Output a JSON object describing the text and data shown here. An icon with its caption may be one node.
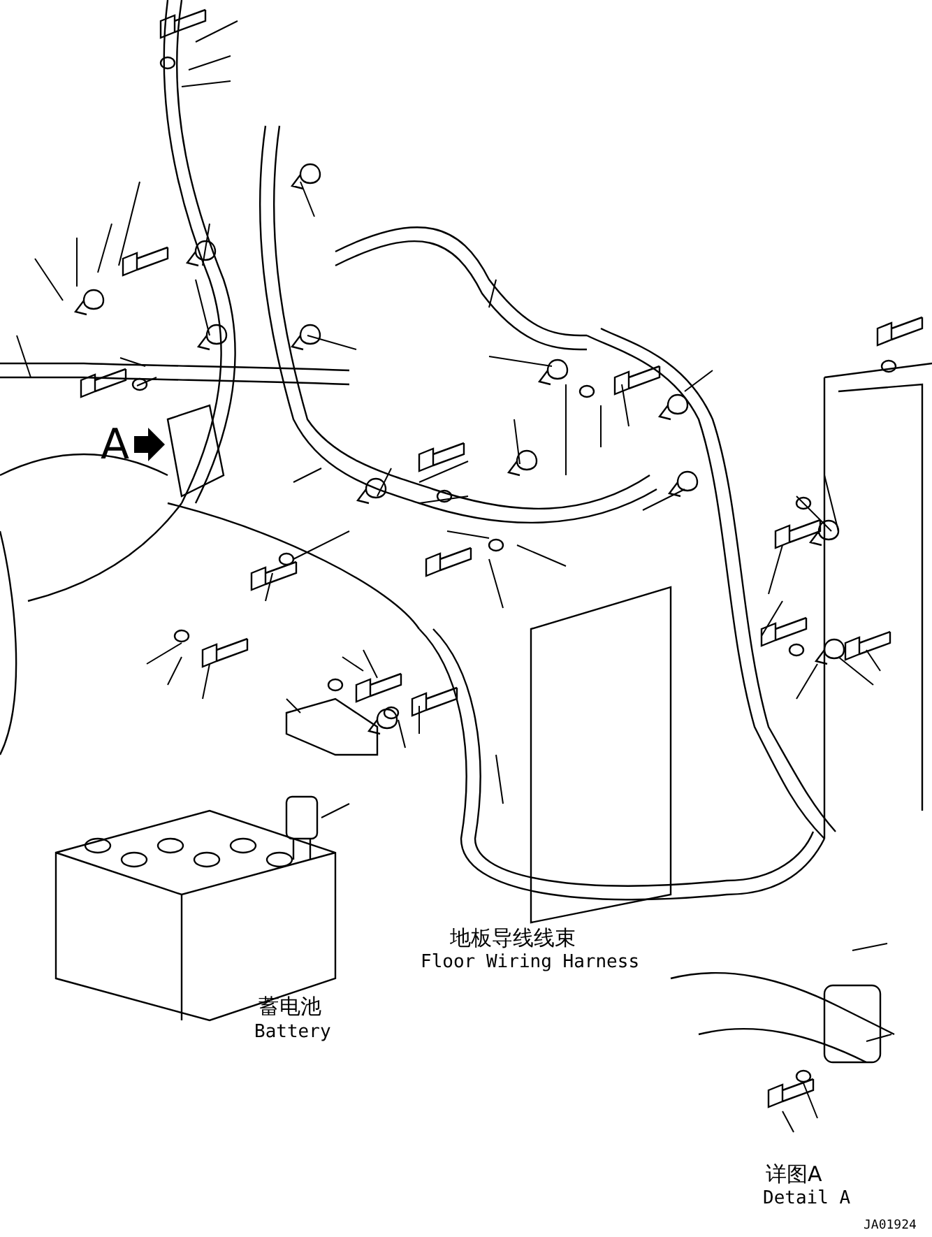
{
  "diagram": {
    "labels": [
      "A",
      "地板导线线束",
      "Floor Wiring Harness",
      "蓄电池",
      "Battery",
      "详图A",
      "Detail A",
      "JA01924"
    ]
  }
}
